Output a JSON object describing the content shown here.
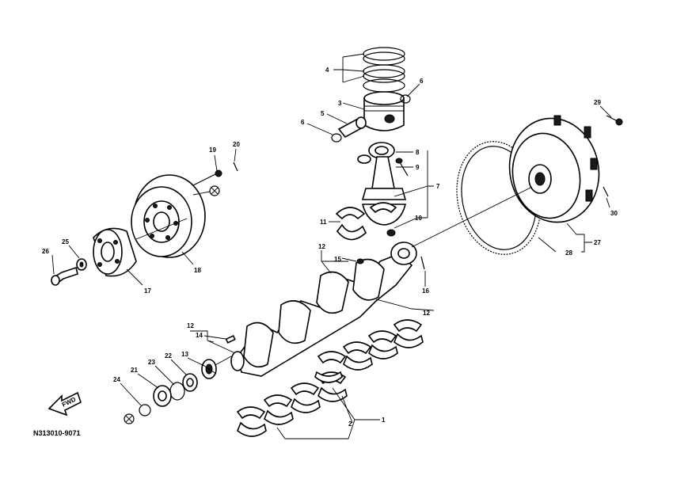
{
  "diagram": {
    "reference_code": "N313010-9071",
    "fwd_label": "FWD",
    "callouts": {
      "c1": "1",
      "c2": "2",
      "c3": "3",
      "c4": "4",
      "c5": "5",
      "c6a": "6",
      "c6b": "6",
      "c7": "7",
      "c8": "8",
      "c9": "9",
      "c10": "10",
      "c11": "11",
      "c12a": "12",
      "c12b": "12",
      "c12c": "12",
      "c13": "13",
      "c14": "14",
      "c15": "15",
      "c16": "16",
      "c17": "17",
      "c18": "18",
      "c19": "19",
      "c20": "20",
      "c21": "21",
      "c22": "22",
      "c23": "23",
      "c24": "24",
      "c25": "25",
      "c26": "26",
      "c27": "27",
      "c28": "28",
      "c29": "29",
      "c30": "30"
    }
  }
}
